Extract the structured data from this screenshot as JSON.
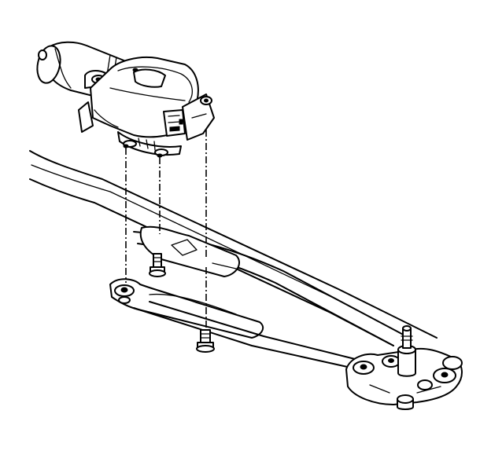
{
  "diagram": {
    "parts": [
      {
        "name": "wiper-motor"
      },
      {
        "name": "motor-bolt-short"
      },
      {
        "name": "motor-bolt-long"
      },
      {
        "name": "transmission-linkage"
      },
      {
        "name": "wiper-pivot-right"
      }
    ],
    "colors": {
      "line": "#000000",
      "background": "#ffffff"
    }
  }
}
